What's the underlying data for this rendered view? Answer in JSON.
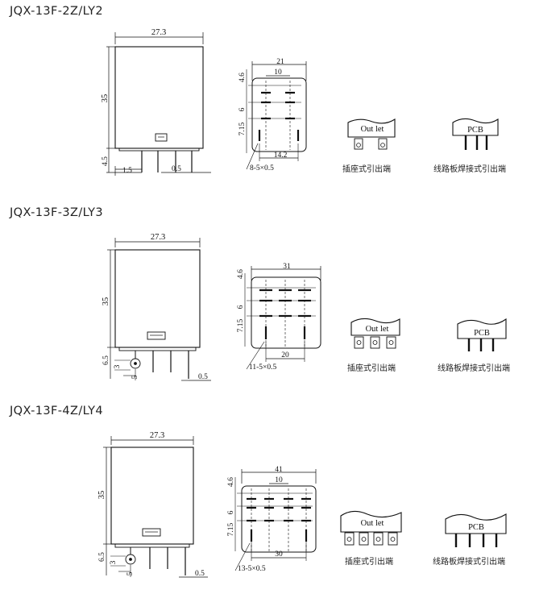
{
  "sections": [
    {
      "title": "JQX-13F-2Z/LY2",
      "side": {
        "width": "27.3",
        "height": "35",
        "pin_len": "4.5",
        "left_offset": "1.5",
        "pin_width": "0.5"
      },
      "pins": {
        "width": "21",
        "pitch_x": "10",
        "top": "4.6",
        "row_pitch": "6",
        "row_gap": "7.15",
        "bottom": "14.2",
        "pin_count": "8-5×0.5"
      }
    },
    {
      "title": "JQX-13F-3Z/LY3",
      "side": {
        "width": "27.3",
        "height": "35",
        "pin_len": "6.5",
        "v_small": "3",
        "left_offset": "5",
        "pin_width": "0.5"
      },
      "pins": {
        "width": "31",
        "top": "4.6",
        "row_pitch": "6",
        "row_gap": "7.15",
        "bottom": "20",
        "pin_count": "11-5×0.5"
      }
    },
    {
      "title": "JQX-13F-4Z/LY4",
      "side": {
        "width": "27.3",
        "height": "35",
        "pin_len": "6.5",
        "v_small": "3",
        "left_offset": "5",
        "pin_width": "0.5"
      },
      "pins": {
        "width": "41",
        "pitch_x": "10",
        "top": "4.6",
        "row_pitch": "6",
        "row_gap": "7.15",
        "bottom": "30",
        "pin_count": "13-5×0.5"
      }
    }
  ],
  "terminal_labels": {
    "outlet": "Out let",
    "pcb": "PCB"
  },
  "captions": {
    "socket": "插座式引出端",
    "pcb": "线路板焊接式引出端"
  }
}
